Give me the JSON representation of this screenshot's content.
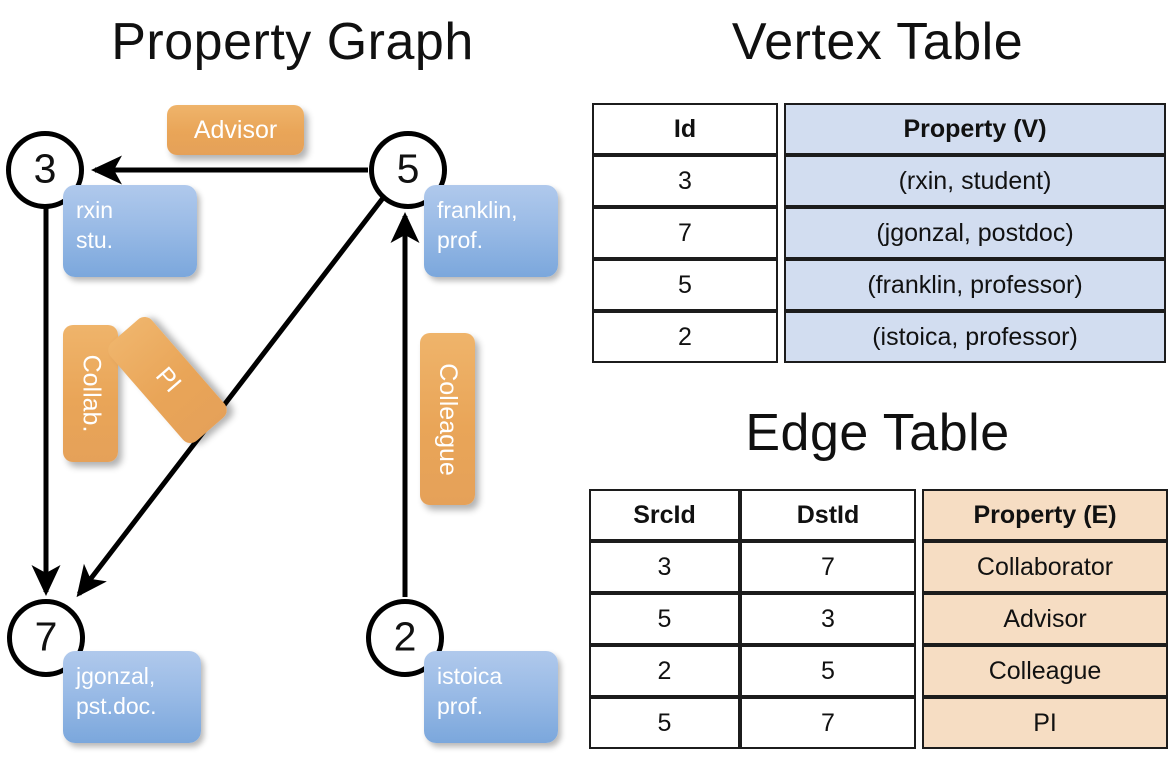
{
  "titles": {
    "property_graph": "Property Graph",
    "vertex_table": "Vertex Table",
    "edge_table": "Edge Table"
  },
  "colors": {
    "vertex_property_fill": "#d2ddf0",
    "edge_property_fill": "#f6ddc3",
    "node_callout_blue": "#9abbe6",
    "edge_label_orange": "#e9a558",
    "stroke": "#1c1c1c"
  },
  "graph": {
    "vertices": [
      {
        "id": "3",
        "callout_line1": "rxin",
        "callout_line2": "stu."
      },
      {
        "id": "5",
        "callout_line1": "franklin,",
        "callout_line2": "prof."
      },
      {
        "id": "7",
        "callout_line1": "jgonzal,",
        "callout_line2": "pst.doc."
      },
      {
        "id": "2",
        "callout_line1": "istoica",
        "callout_line2": "prof."
      }
    ],
    "edge_labels": [
      {
        "name": "advisor",
        "label": "Advisor"
      },
      {
        "name": "collab",
        "label": "Collab."
      },
      {
        "name": "pi",
        "label": "PI"
      },
      {
        "name": "colleague",
        "label": "Colleague"
      }
    ]
  },
  "vertex_table": {
    "headers": [
      "Id",
      "Property (V)"
    ],
    "rows": [
      {
        "id": "3",
        "property": "(rxin, student)"
      },
      {
        "id": "7",
        "property": "(jgonzal, postdoc)"
      },
      {
        "id": "5",
        "property": "(franklin, professor)"
      },
      {
        "id": "2",
        "property": "(istoica, professor)"
      }
    ]
  },
  "edge_table": {
    "headers": [
      "SrcId",
      "DstId",
      "Property (E)"
    ],
    "rows": [
      {
        "src": "3",
        "dst": "7",
        "property": "Collaborator"
      },
      {
        "src": "5",
        "dst": "3",
        "property": "Advisor"
      },
      {
        "src": "2",
        "dst": "5",
        "property": "Colleague"
      },
      {
        "src": "5",
        "dst": "7",
        "property": "PI"
      }
    ]
  }
}
